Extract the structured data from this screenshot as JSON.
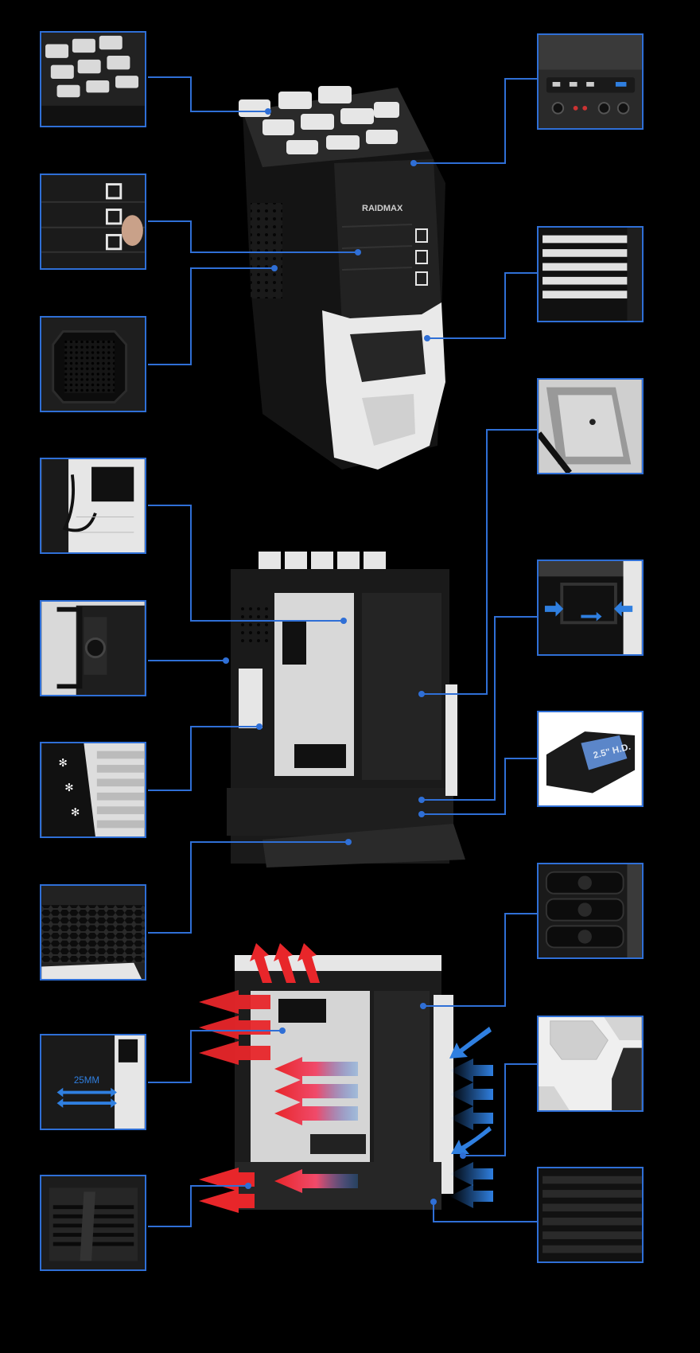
{
  "brand": "RAIDMAX",
  "callout_text": {
    "ssd_label": "2.5\" H.D.",
    "gap_label": "25MM",
    "logo_text": "RAIDMAX"
  },
  "colors": {
    "background": "#000000",
    "callout_blue": "#2f6fd6",
    "airflow_hot": "#e8262a",
    "airflow_cool": "#2f7fe0",
    "case_white": "#e9e9e9",
    "case_black": "#1a1a1a"
  },
  "icons": {
    "hot_air_arrow": "arrow-right-icon",
    "cool_air_arrow": "arrow-left-icon"
  }
}
